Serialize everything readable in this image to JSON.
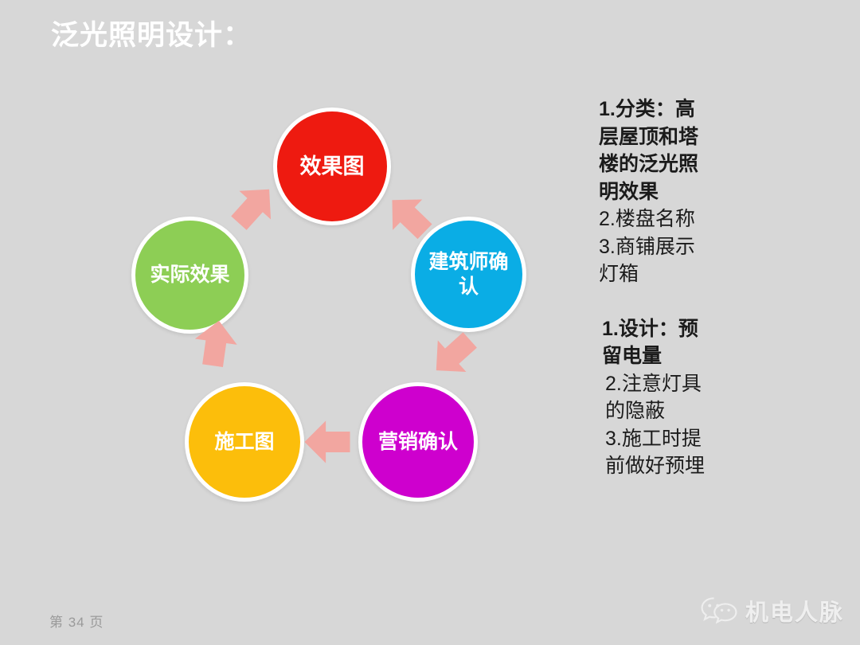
{
  "slide": {
    "title": "泛光照明设计：",
    "background_color": "#d7d7d7",
    "title_color": "#ffffff"
  },
  "cycle_diagram": {
    "arrow_color": "#f2a6a0",
    "nodes": [
      {
        "id": "effect",
        "label": "效果图",
        "color": "#ee1a10"
      },
      {
        "id": "architect",
        "label": "建筑师确认",
        "color": "#0aade5"
      },
      {
        "id": "marketing",
        "label": "营销确认",
        "color": "#ce00ce"
      },
      {
        "id": "construct",
        "label": "施工图",
        "color": "#fcbe0b"
      },
      {
        "id": "actual",
        "label": "实际效果",
        "color": "#8dce55"
      }
    ],
    "arrows": [
      {
        "id": "arrow-architect-to-effect",
        "from": "architect",
        "to": "effect"
      },
      {
        "id": "arrow-marketing-to-architect",
        "from": "marketing",
        "to": "architect"
      },
      {
        "id": "arrow-marketing-to-construct",
        "from": "marketing",
        "to": "construct"
      },
      {
        "id": "arrow-construct-to-actual",
        "from": "construct",
        "to": "actual"
      },
      {
        "id": "arrow-actual-to-effect",
        "from": "actual",
        "to": "effect"
      }
    ]
  },
  "notes": {
    "block1": {
      "line1": "1.分类：高",
      "line2": "层屋顶和塔",
      "line3": "楼的泛光照",
      "line4": "明效果",
      "line5": "2.楼盘名称",
      "line6": "3.商铺展示",
      "line7": "灯箱"
    },
    "block2": {
      "line1": "1.设计：预",
      "line2": "留电量",
      "line3": "2.注意灯具",
      "line4": "的隐蔽",
      "line5": "3.施工时提",
      "line6": "前做好预埋"
    }
  },
  "footer": {
    "page_number": "第 34 页",
    "watermark_text": "机电人脉",
    "watermark_icon": "wechat-icon"
  }
}
